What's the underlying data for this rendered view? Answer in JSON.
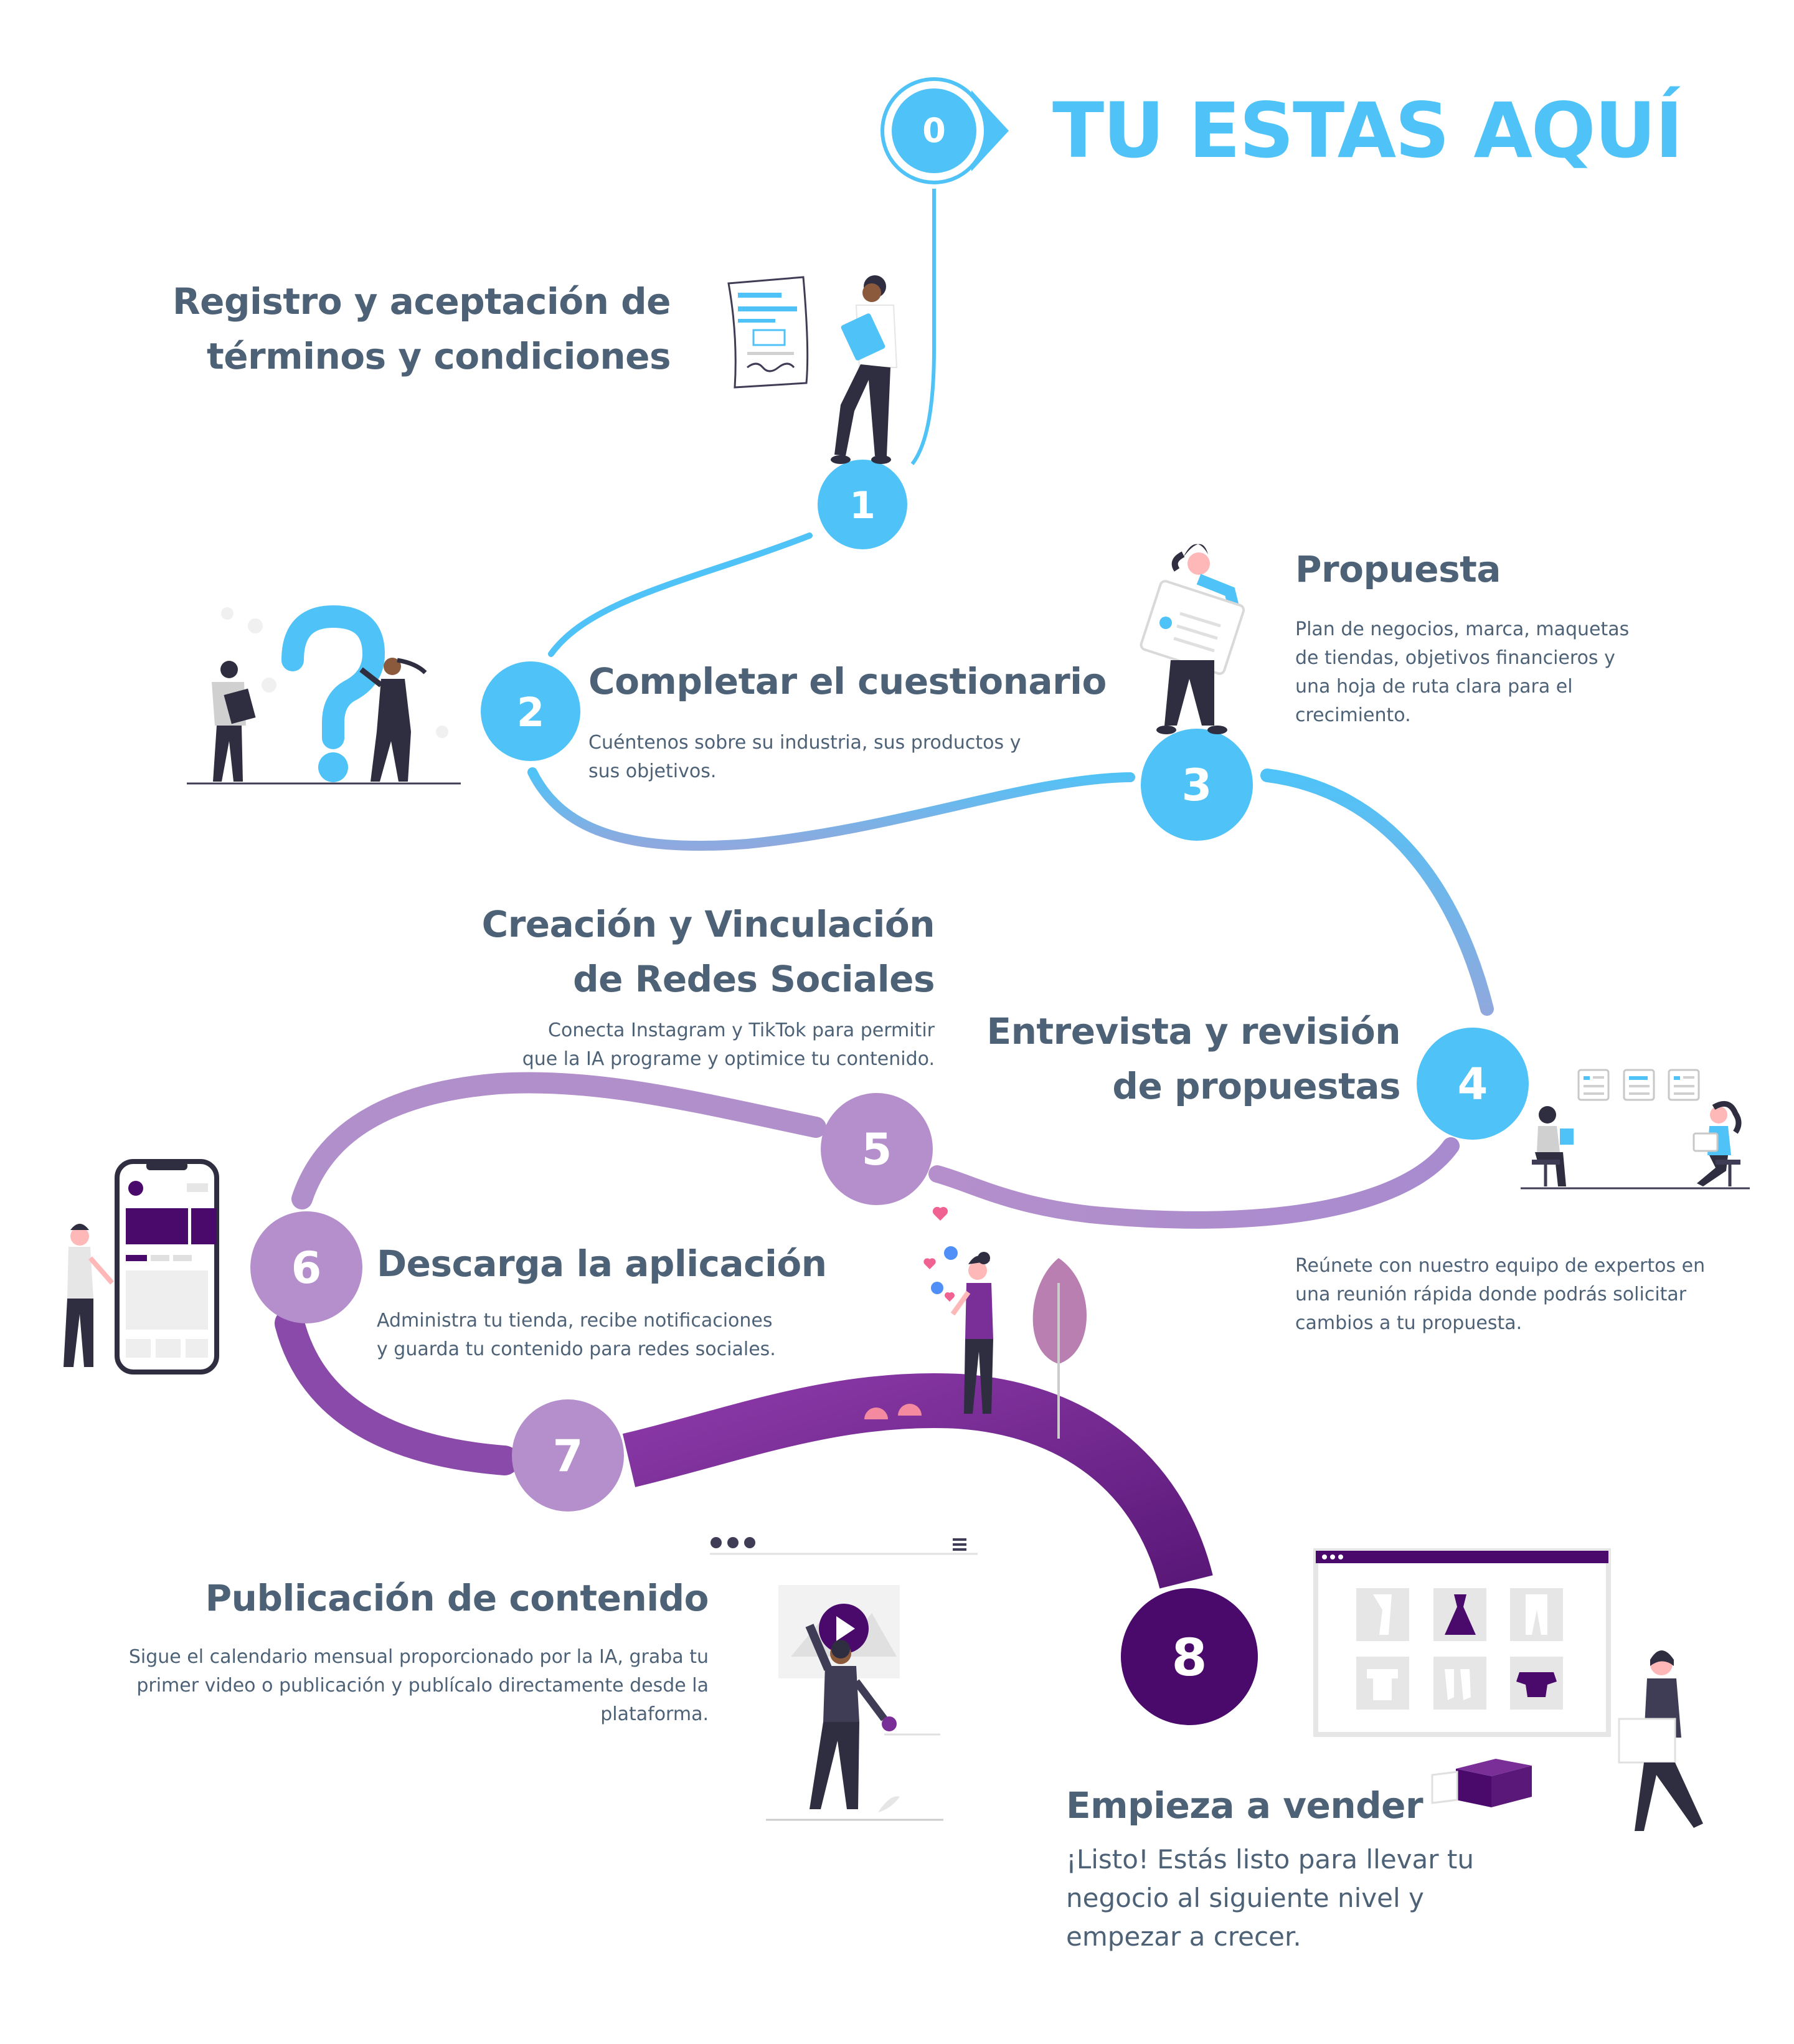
{
  "title": "TU ESTAS AQUÍ",
  "colors": {
    "cyan": "#4fc3f7",
    "lavender": "#b189c2",
    "purple": "#7a2f98",
    "dark_purple": "#4a0a6b",
    "heading": "#4e6277"
  },
  "steps": [
    {
      "number": "0"
    },
    {
      "number": "1",
      "title_lines": [
        "Registro y aceptación de",
        "términos y condiciones"
      ]
    },
    {
      "number": "2",
      "title": "Completar el cuestionario",
      "desc_lines": [
        "Cuéntenos sobre su industria, sus productos y",
        "sus objetivos."
      ]
    },
    {
      "number": "3",
      "title": "Propuesta",
      "desc_lines": [
        "Plan de negocios, marca, maquetas",
        "de tiendas, objetivos financieros y",
        "una hoja de ruta clara para el",
        "crecimiento."
      ]
    },
    {
      "number": "4",
      "title_lines": [
        "Entrevista y revisión",
        "de propuestas"
      ],
      "desc_lines": [
        "Reúnete con nuestro equipo de expertos en",
        "una reunión rápida donde podrás solicitar",
        "cambios a tu propuesta."
      ]
    },
    {
      "number": "5",
      "title_lines": [
        "Creación y Vinculación",
        "de Redes Sociales"
      ],
      "desc_lines": [
        "Conecta Instagram y TikTok para permitir",
        "que la IA programe y optimice tu contenido."
      ]
    },
    {
      "number": "6",
      "title": "Descarga la aplicación",
      "desc_lines": [
        "Administra tu tienda, recibe notificaciones",
        "y guarda tu contenido para redes sociales."
      ]
    },
    {
      "number": "7",
      "title": "Publicación de contenido",
      "desc_lines": [
        "Sigue el calendario mensual proporcionado por la IA, graba tu",
        "primer video o publicación y publícalo directamente desde la",
        "plataforma."
      ]
    },
    {
      "number": "8",
      "title": "Empieza a vender",
      "desc_lines": [
        "¡Listo! Estás listo para llevar tu",
        "negocio al siguiente nivel y",
        "empezar a crecer."
      ]
    }
  ],
  "illustrations": [
    "document-illustration",
    "question-mark-illustration",
    "proposal-illustration",
    "meeting-illustration",
    "phone-app-illustration",
    "social-likes-illustration",
    "video-publish-illustration",
    "online-store-illustration"
  ]
}
